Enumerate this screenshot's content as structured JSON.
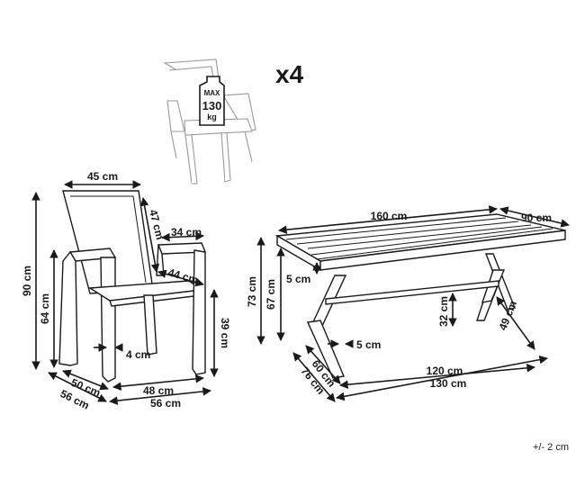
{
  "quantity": "x4",
  "max_load": {
    "line1": "MAX",
    "line2": "130",
    "line3": "kg"
  },
  "chair_dims": {
    "seat_back_width": "45 cm",
    "back_height": "47 cm",
    "armrest_length": "34 cm",
    "seat_depth": "44 cm",
    "total_height": "90 cm",
    "arm_height": "64 cm",
    "seat_height": "39 cm",
    "leg_width": "4 cm",
    "seat_width_inner": "50 cm",
    "depth_total": "56 cm",
    "front_inner": "48 cm",
    "front_total": "56 cm"
  },
  "table_dims": {
    "length": "160 cm",
    "width": "90 cm",
    "top_thickness": "5 cm",
    "total_height": "73 cm",
    "clearance": "67 cm",
    "crossbar_height": "32 cm",
    "leg_height": "49 cm",
    "foot_thickness": "5 cm",
    "inner_depth": "60 cm",
    "outer_depth": "76 cm",
    "inner_length": "120 cm",
    "outer_length": "130 cm"
  },
  "tolerance": "+/- 2 cm"
}
